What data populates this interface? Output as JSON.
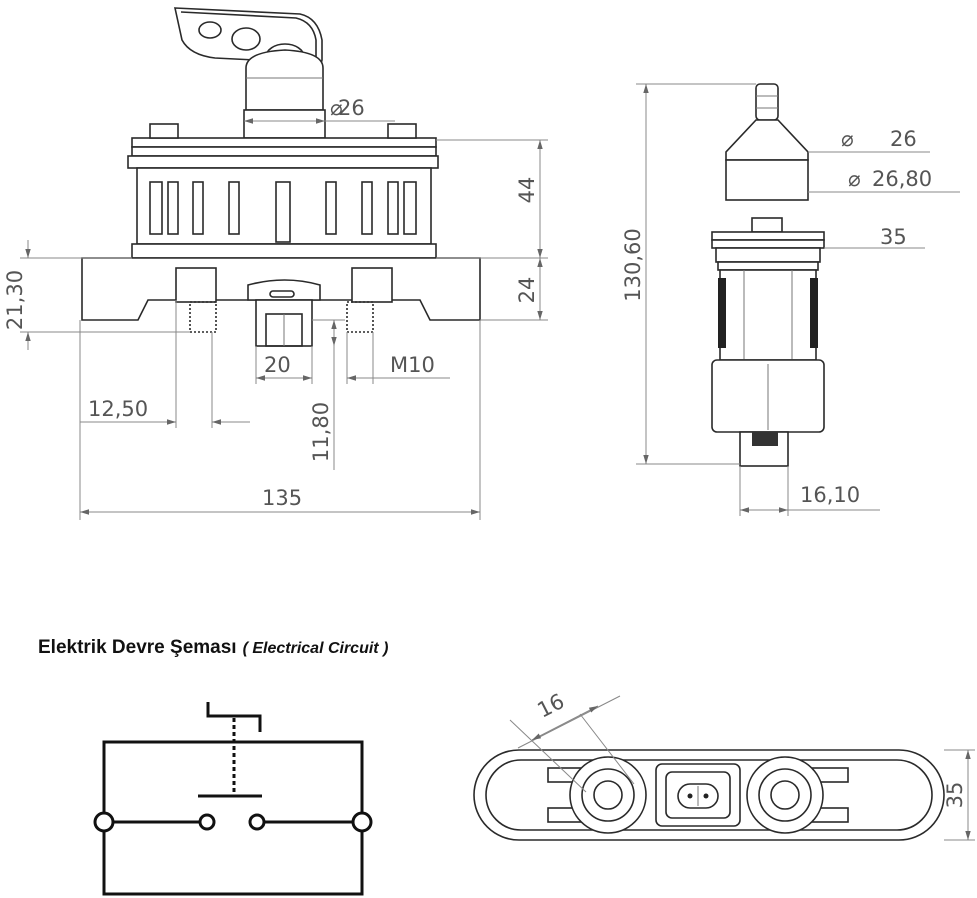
{
  "front_view": {
    "dims": {
      "d_top": "26",
      "h_upper": "44",
      "h_lower": "24",
      "h_left": "21,30",
      "terminal_gap": "12,50",
      "connector_w": "20",
      "thread": "M10",
      "connector_h": "11,80",
      "total_w": "135"
    }
  },
  "side_view": {
    "dims": {
      "total_h": "130,60",
      "d1": "26",
      "d2": "26,80",
      "flange": "35",
      "connector_w": "16,10"
    }
  },
  "circuit": {
    "title": "Elektrik Devre Şeması",
    "subtitle": "( Electrical Circuit )"
  },
  "bottom_view": {
    "dims": {
      "pitch": "16",
      "width": "35"
    }
  }
}
